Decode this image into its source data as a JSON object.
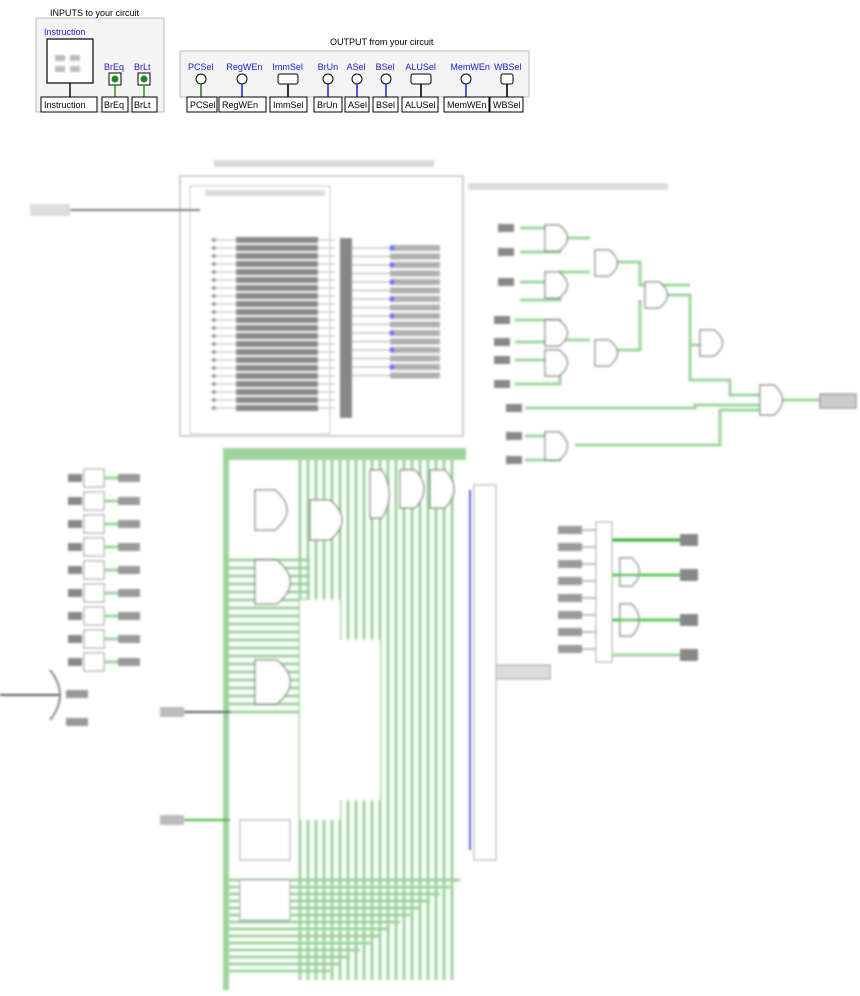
{
  "inputs_section": {
    "title": "INPUTS to your circuit",
    "instruction_label": "Instruction",
    "breq_label": "BrEq",
    "brlt_label": "BrLt",
    "tunnels": [
      "Instruction",
      "BrEq",
      "BrLt"
    ]
  },
  "outputs_section": {
    "title": "OUTPUT from your circuit",
    "pins": [
      "PCSel",
      "RegWEn",
      "ImmSel",
      "BrUn",
      "ASel",
      "BSel",
      "ALUSel",
      "MemWEn",
      "WBSel"
    ],
    "tunnels": [
      "PCSel",
      "RegWEn",
      "ImmSel",
      "BrUn",
      "ASel",
      "BSel",
      "ALUSel",
      "MemWEn",
      "WBSel"
    ]
  },
  "colors": {
    "wire_active": "#3cb83c",
    "wire_blue": "#2a2ae0",
    "wire_green_faint": "#9fd49f",
    "gate_stroke": "#6f6f6f",
    "box_stroke": "#9a9a9a",
    "label_blue": "#1a1ad0"
  }
}
